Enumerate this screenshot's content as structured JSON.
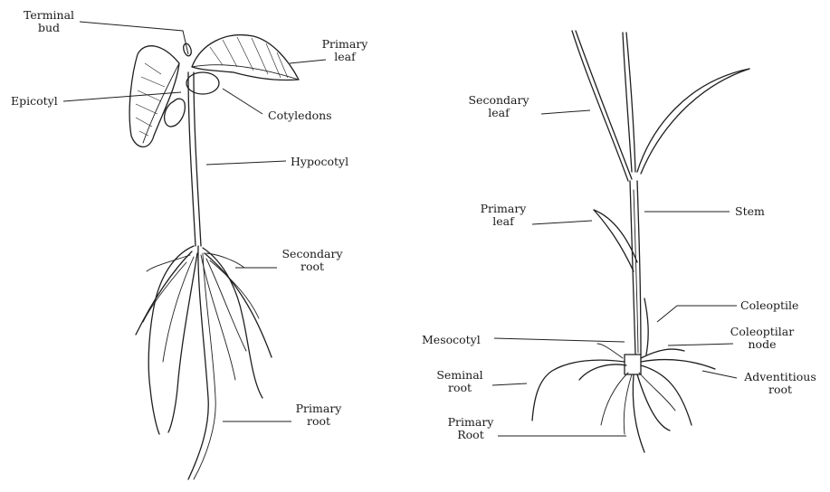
{
  "dicot": {
    "labels": {
      "terminal_bud": "Terminal\nbud",
      "epicotyl": "Epicotyl",
      "primary_leaf": "Primary\nleaf",
      "cotyledons": "Cotyledons",
      "hypocotyl": "Hypocotyl",
      "secondary_root": "Secondary\nroot",
      "primary_root": "Primary\nroot"
    }
  },
  "monocot": {
    "labels": {
      "secondary_leaf": "Secondary\nleaf",
      "primary_leaf": "Primary\nleaf",
      "stem": "Stem",
      "coleoptile": "Coleoptile",
      "mesocotyl": "Mesocotyl",
      "coleoptilar_node": "Coleoptilar\nnode",
      "seminal_root": "Seminal\nroot",
      "adventitious_root": "Adventitious\nroot",
      "primary_root": "Primary\nRoot"
    }
  }
}
